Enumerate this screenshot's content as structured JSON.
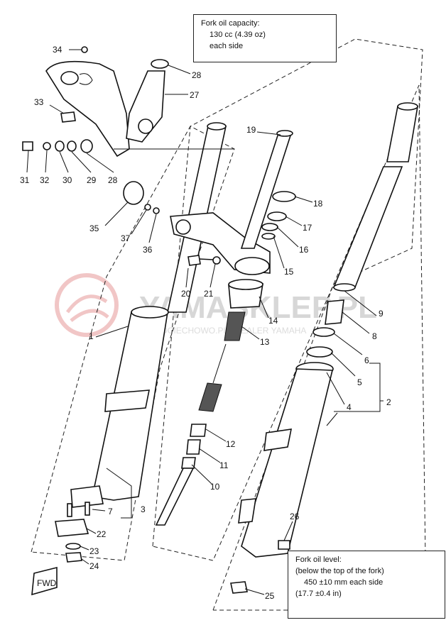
{
  "notes": {
    "capacity": [
      "Fork oil capacity:",
      "130 cc (4.39 oz)",
      "each side"
    ],
    "level": [
      "Fork oil level:",
      "(below the top of the fork)",
      "450 ±10 mm each side",
      "(17.7 ±0.4 in)"
    ]
  },
  "fwd_label": "FWD",
  "watermark": {
    "brand": "YAMASKLEP.PL",
    "tagline": "MOTOCIECHOWO.PL | DEALER YAMAHA"
  },
  "callouts": {
    "n1": "1",
    "n2": "2",
    "n3": "3",
    "n4": "4",
    "n5": "5",
    "n6": "6",
    "n7": "7",
    "n8": "8",
    "n9": "9",
    "n10": "10",
    "n11": "11",
    "n12": "12",
    "n13": "13",
    "n14": "14",
    "n15": "15",
    "n16": "16",
    "n17": "17",
    "n18": "18",
    "n19": "19",
    "n20": "20",
    "n21": "21",
    "n22": "22",
    "n23": "23",
    "n24": "24",
    "n25": "25",
    "n26": "26",
    "n27": "27",
    "n28a": "28",
    "n28b": "28",
    "n29": "29",
    "n30": "30",
    "n31": "31",
    "n32": "32",
    "n33": "33",
    "n34": "34",
    "n35": "35",
    "n36": "36",
    "n37": "37"
  }
}
